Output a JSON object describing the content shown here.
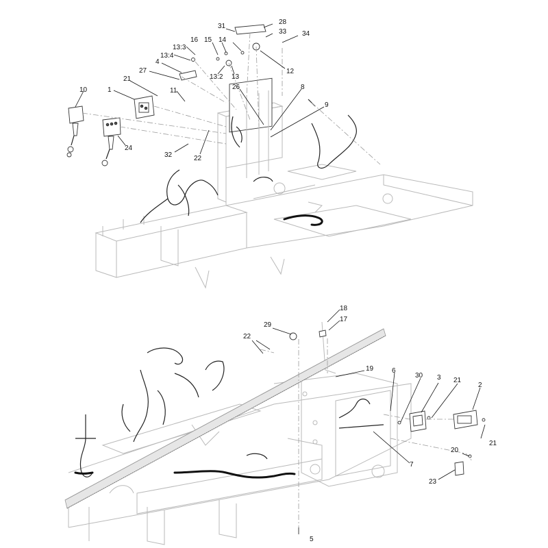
{
  "diagram": {
    "top_view": {
      "callouts": [
        "31",
        "28",
        "33",
        "34",
        "16",
        "15",
        "14",
        "13:3",
        "13:4",
        "4",
        "27",
        "12",
        "13:2",
        "13",
        "21",
        "1",
        "11",
        "10",
        "26",
        "8",
        "9",
        "24",
        "22",
        "32"
      ]
    },
    "bottom_view": {
      "callouts": [
        "18",
        "17",
        "29",
        "22",
        "19",
        "6",
        "30",
        "3",
        "21",
        "2",
        "21",
        "20",
        "23",
        "7",
        "5"
      ]
    }
  }
}
